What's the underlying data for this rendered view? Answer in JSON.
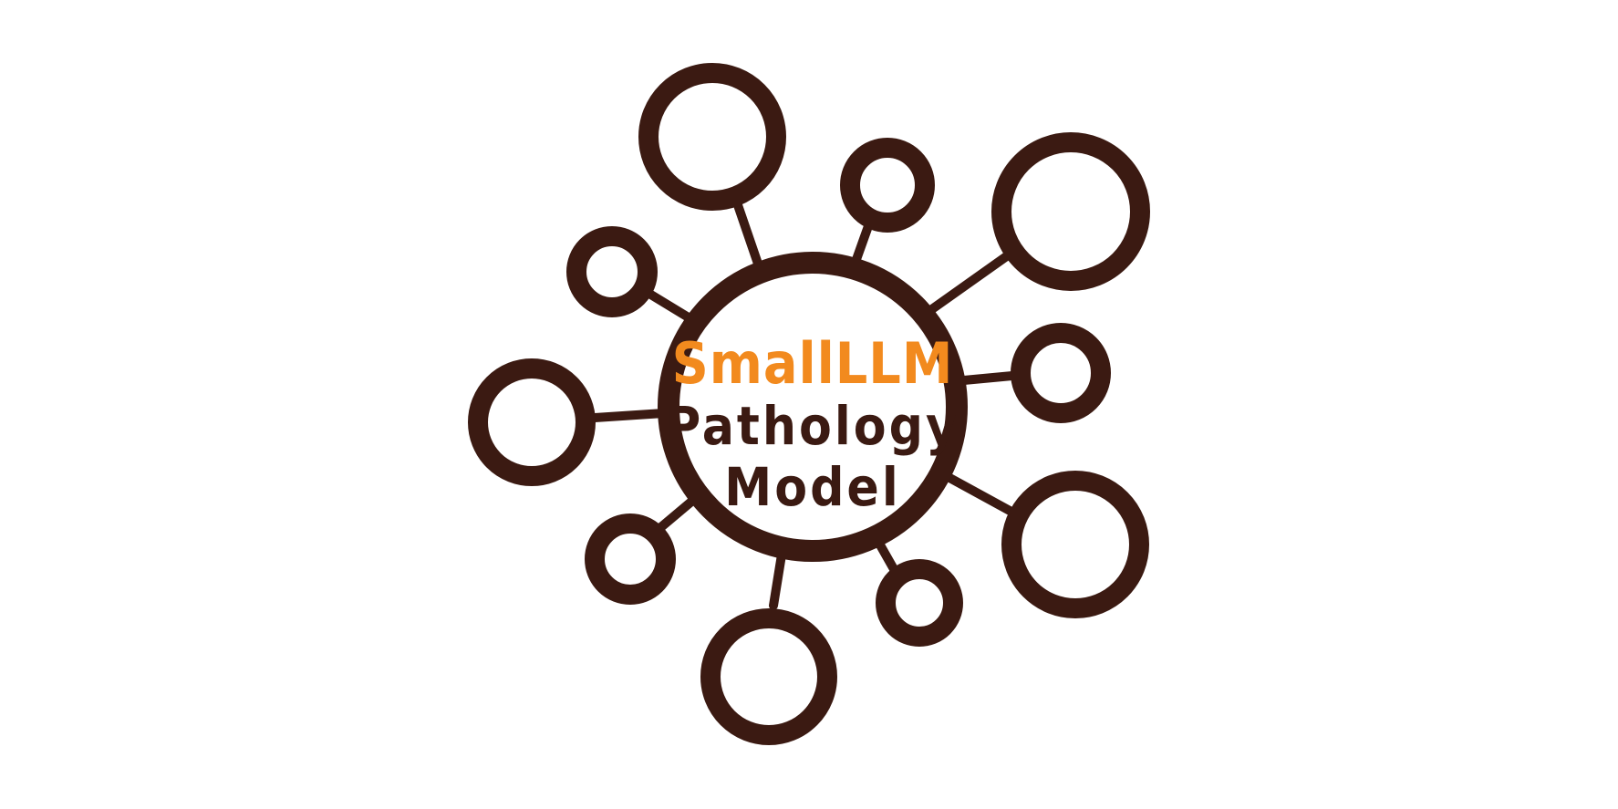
{
  "hub": {
    "title_line_1": "SmallLLM",
    "title_line_2": "Pathology",
    "title_line_3": "Model"
  },
  "colors": {
    "outline": "#3b1a12",
    "accent": "#f28a1e",
    "text": "#3b1a12",
    "background": "#ffffff"
  }
}
